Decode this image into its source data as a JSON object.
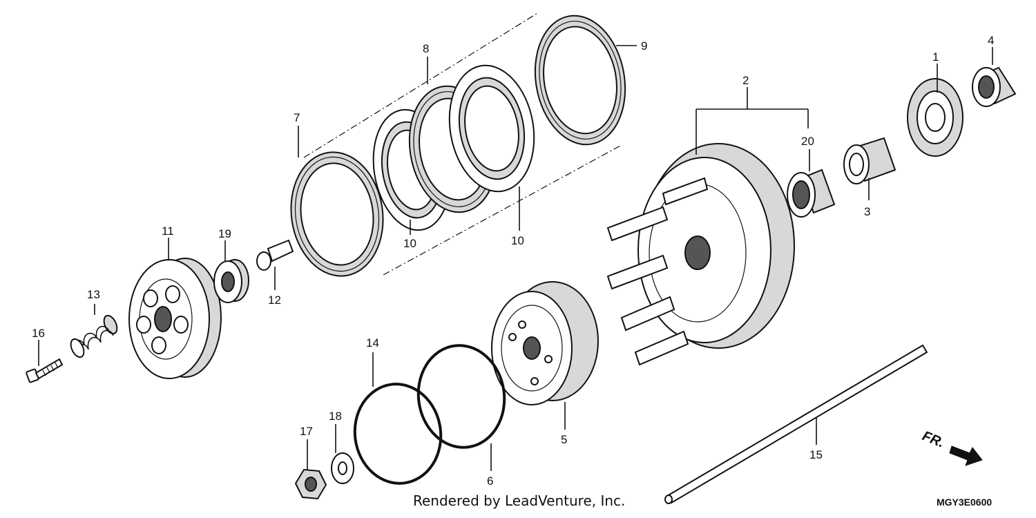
{
  "callouts": {
    "c1": "1",
    "c2": "2",
    "c3": "3",
    "c4": "4",
    "c5": "5",
    "c6": "6",
    "c7": "7",
    "c8": "8",
    "c9": "9",
    "c10a": "10",
    "c10b": "10",
    "c11": "11",
    "c12": "12",
    "c13": "13",
    "c14": "14",
    "c15": "15",
    "c16": "16",
    "c17": "17",
    "c18": "18",
    "c19": "19",
    "c20": "20"
  },
  "footer": {
    "rendered_by": "Rendered by LeadVenture, Inc.",
    "diagram_code": "MGY3E0600",
    "direction_label": "FR."
  }
}
